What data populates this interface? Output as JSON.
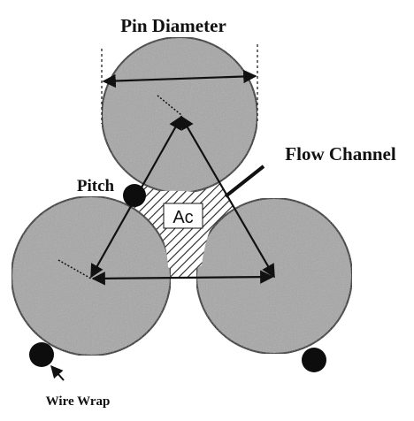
{
  "labels": {
    "pin_diameter": "Pin Diameter",
    "flow_channel": "Flow Channel",
    "pitch": "Pitch",
    "ac": "Ac",
    "wire_wrap": "Wire Wrap"
  },
  "colors": {
    "pin_fill": "#a6a6a6",
    "pin_stroke": "#111111",
    "wire": "#0d0d0d",
    "hatch": "#222222",
    "background": "#ffffff"
  }
}
